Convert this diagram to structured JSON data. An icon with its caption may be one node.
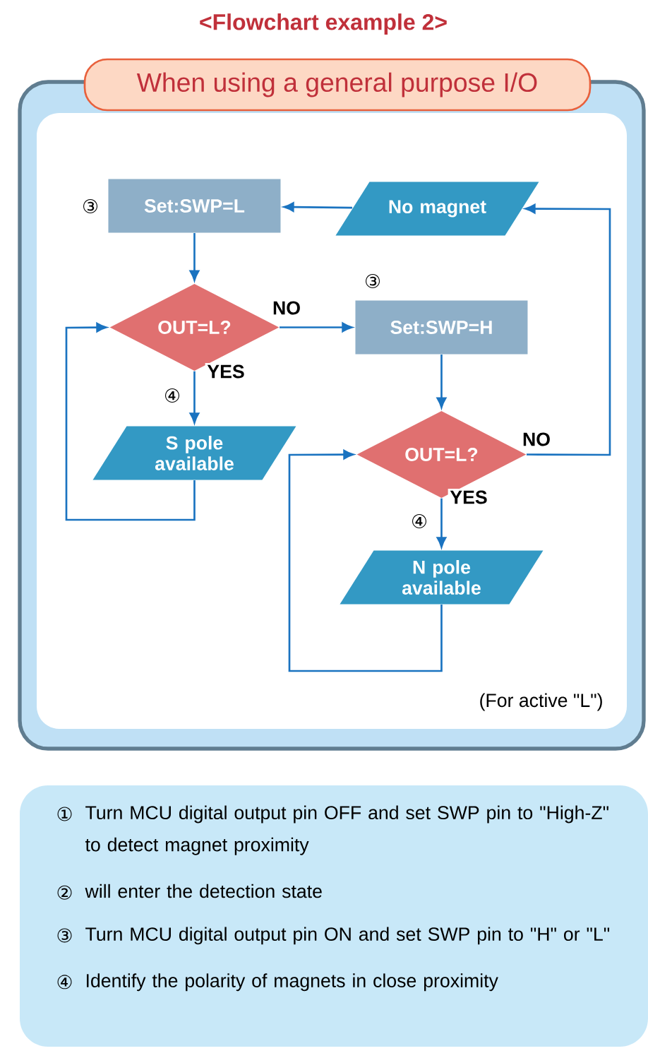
{
  "diagram": {
    "title": "<Flowchart example 2>",
    "nodes": [
      {
        "text": [
          "When using a general purpose I/O"
        ]
      },
      {
        "text": [
          "Set:SWP=L"
        ],
        "in": 0,
        "beside": [
          "③"
        ]
      },
      {
        "text": [
          "No magnet"
        ],
        "in": 0
      },
      {
        "text": [
          "OUT=L?"
        ],
        "in": 0
      },
      {
        "text": [
          "Set:SWP=H"
        ],
        "in": 0,
        "beside": [
          "③"
        ]
      },
      {
        "text": [
          "S pole available"
        ],
        "in": 0,
        "beside": [
          "④"
        ]
      },
      {
        "text": [
          "OUT=L?"
        ],
        "in": 0
      },
      {
        "text": [
          "N pole available"
        ],
        "in": 0,
        "beside": [
          "④"
        ]
      }
    ],
    "edges": [
      {
        "from": 2,
        "to": 1,
        "arrow": "to"
      },
      {
        "from": 1,
        "to": 3,
        "arrow": "to"
      },
      {
        "from": 3,
        "to": 4,
        "arrow": "to",
        "label": "NO"
      },
      {
        "from": 3,
        "to": 5,
        "arrow": "to",
        "label": "YES"
      },
      {
        "from": 5,
        "to": 3,
        "arrow": "to"
      },
      {
        "from": 4,
        "to": 6,
        "arrow": "to"
      },
      {
        "from": 6,
        "to": 2,
        "arrow": "to",
        "label": "NO"
      },
      {
        "from": 6,
        "to": 7,
        "arrow": "to",
        "label": "YES"
      },
      {
        "from": 7,
        "to": 6,
        "arrow": "to"
      }
    ],
    "labels": [
      "(For active \"L\")",
      "①",
      "Turn MCU digital output pin OFF and set SWP pin to \"High-Z\" to detect magnet proximity",
      "②",
      "will enter the detection state",
      "③",
      "Turn MCU digital output pin ON and set SWP pin to \"H\" or \"L\"",
      "④",
      "Identify the polarity of magnets in close proximity"
    ]
  }
}
